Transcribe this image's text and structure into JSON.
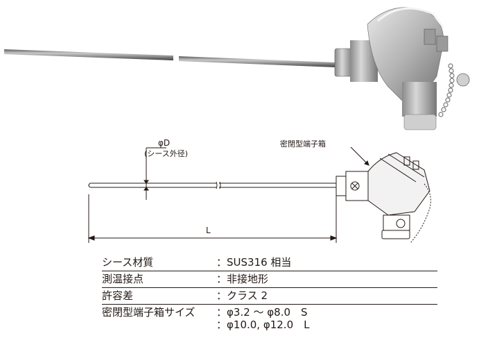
{
  "drawing": {
    "diameter_label": "φD",
    "sheath_note": "(シース外径)",
    "head_label": "密閉型端子箱",
    "length_label": "L"
  },
  "spec": {
    "rows": [
      {
        "key": "シース材質",
        "value": "：SUS316 相当"
      },
      {
        "key": "測温接点",
        "value": "：非接地形"
      },
      {
        "key": "許容差",
        "value": "：クラス 2"
      },
      {
        "key": "密閉型端子箱サイズ",
        "value": "：φ3.2 ～ φ8.0　S",
        "value2": "：φ10.0,  φ12.0　L"
      }
    ]
  }
}
